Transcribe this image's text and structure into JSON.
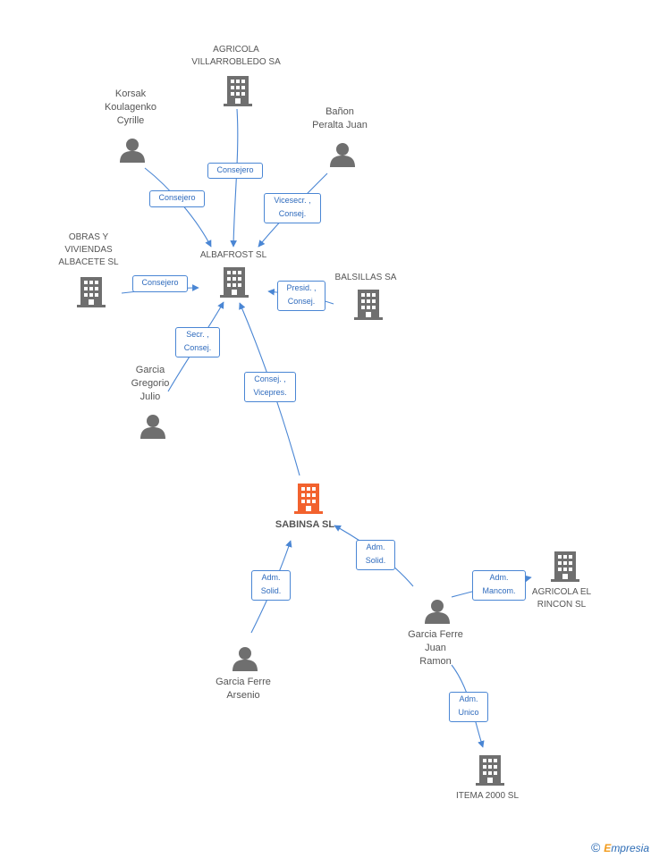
{
  "nodes": {
    "agricola_villarrobledo": {
      "label": "AGRICOLA\nVILLARROBLEDO SA",
      "type": "company"
    },
    "korsak": {
      "label": "Korsak\nKoulagenko\nCyrille",
      "type": "person"
    },
    "banon": {
      "label": "Bañon\nPeralta Juan",
      "type": "person"
    },
    "obras": {
      "label": "OBRAS Y\nVIVIENDAS\nALBACETE SL",
      "type": "company"
    },
    "albafrost": {
      "label": "ALBAFROST SL",
      "type": "company"
    },
    "balsillas": {
      "label": "BALSILLAS SA",
      "type": "company"
    },
    "garcia_gregorio": {
      "label": "Garcia\nGregorio\nJulio",
      "type": "person"
    },
    "sabinsa": {
      "label": "SABINSA SL",
      "type": "company-main"
    },
    "garcia_arsenio": {
      "label": "Garcia Ferre\nArsenio",
      "type": "person"
    },
    "garcia_juan": {
      "label": "Garcia Ferre\nJuan\nRamon",
      "type": "person"
    },
    "agricola_rincon": {
      "label": "AGRICOLA EL\nRINCON SL",
      "type": "company"
    },
    "itema": {
      "label": "ITEMA 2000 SL",
      "type": "company"
    }
  },
  "edges": {
    "e1": {
      "label": "Consejero"
    },
    "e2": {
      "label": "Consejero"
    },
    "e3": {
      "label": "Vicesecr. ,\nConsej."
    },
    "e4": {
      "label": "Consejero"
    },
    "e5": {
      "label": "Presid. ,\nConsej."
    },
    "e6": {
      "label": "Secr. ,\nConsej."
    },
    "e7": {
      "label": "Consej. ,\nVicepres."
    },
    "e8": {
      "label": "Adm.\nSolid."
    },
    "e9": {
      "label": "Adm.\nSolid."
    },
    "e10": {
      "label": "Adm.\nMancom."
    },
    "e11": {
      "label": "Adm.\nUnico"
    }
  },
  "colors": {
    "edge": "#4a86d4",
    "company": "#6f6f6f",
    "main_company": "#f2622e",
    "person": "#6f6f6f"
  },
  "watermark": {
    "symbol": "©",
    "brand_initial": "E",
    "brand_rest": "mpresia"
  }
}
